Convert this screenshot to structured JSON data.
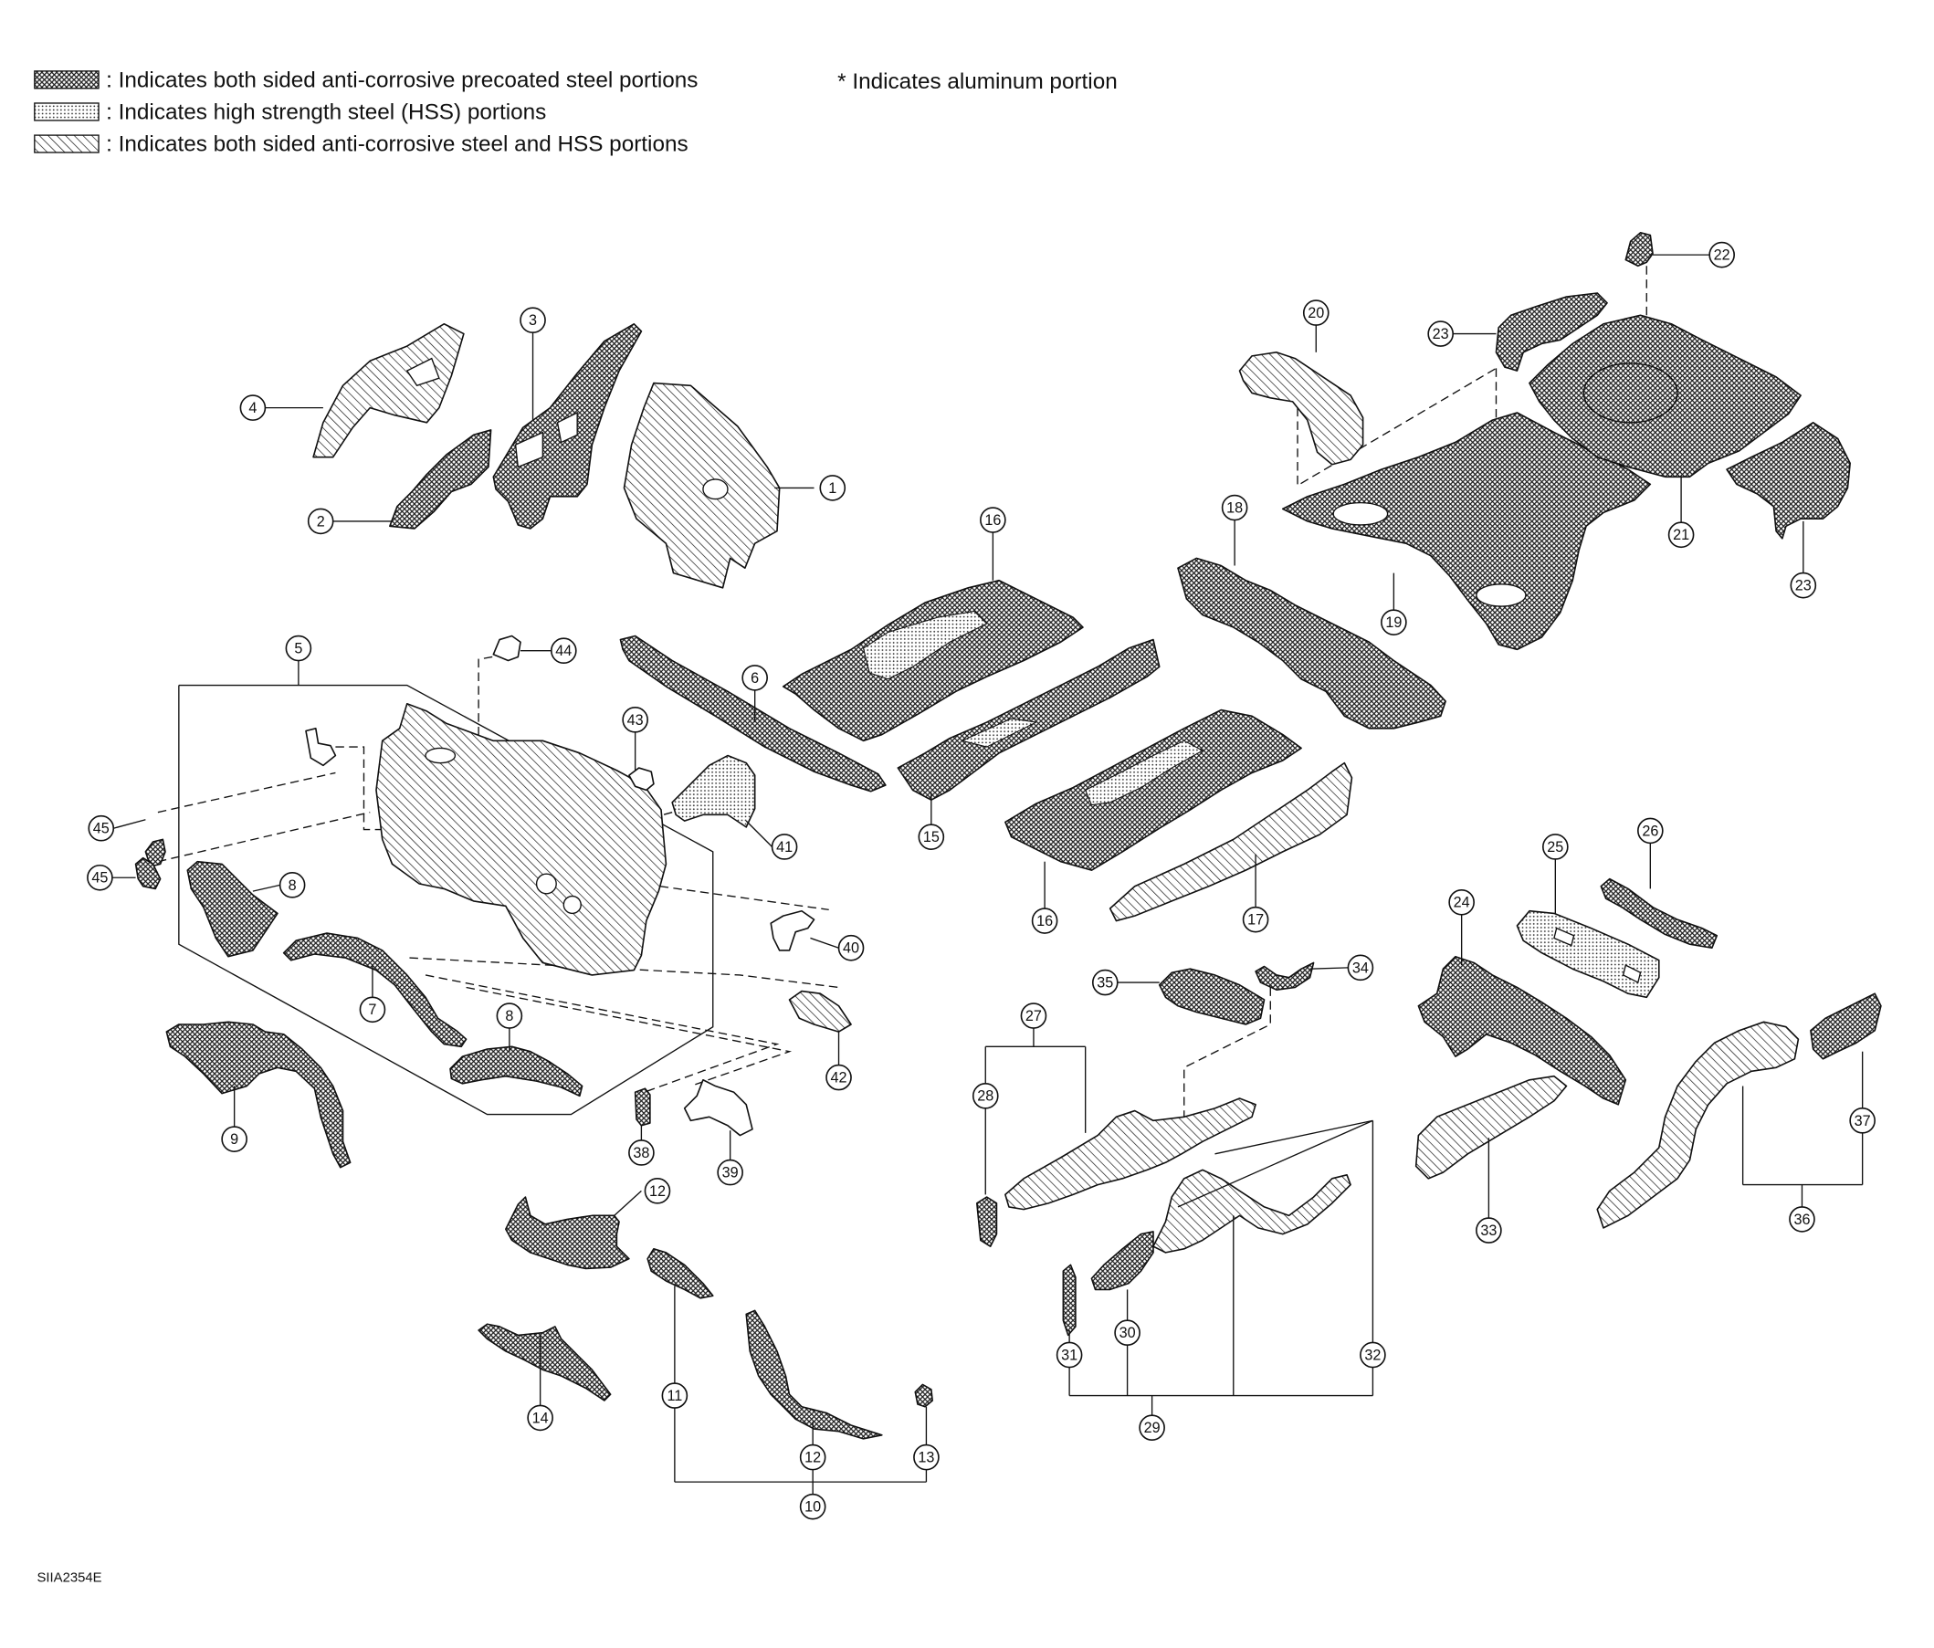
{
  "legend": {
    "items": [
      {
        "swatch_icon": "precoated-steel-swatch-icon",
        "text": ": Indicates both sided anti-corrosive precoated steel portions"
      },
      {
        "swatch_icon": "hss-dotted-swatch-icon",
        "text": ": Indicates high strength steel (HSS) portions"
      },
      {
        "swatch_icon": "hatched-swatch-icon",
        "text": ": Indicates both sided anti-corrosive steel and HSS portions"
      }
    ],
    "aluminum_note": "* Indicates aluminum portion"
  },
  "callouts": [
    "1",
    "2",
    "3",
    "4",
    "5",
    "6",
    "7",
    "8",
    "8",
    "9",
    "10",
    "11",
    "12",
    "12",
    "13",
    "14",
    "15",
    "16",
    "16",
    "17",
    "18",
    "19",
    "20",
    "21",
    "22",
    "23",
    "23",
    "24",
    "25",
    "26",
    "27",
    "28",
    "29",
    "30",
    "31",
    "32",
    "33",
    "34",
    "35",
    "36",
    "37",
    "38",
    "39",
    "40",
    "41",
    "42",
    "43",
    "44",
    "45",
    "45"
  ],
  "figure_code": "SIIA2354E"
}
